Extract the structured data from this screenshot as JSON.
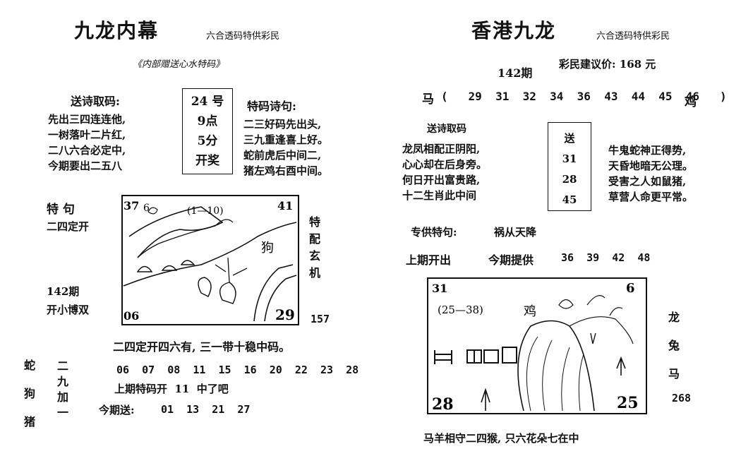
{
  "left": {
    "title": "九龙内幕",
    "subtitle": "六合透码特供彩民",
    "gift_line": "《内部赠送心水特码》",
    "poem_label": "送诗取码:",
    "poem_lines": [
      "先出三四连连他,",
      "一树落叶二片红,",
      "二八六合必定中,",
      "今期要出二五八"
    ],
    "draw_box": [
      "24 号",
      "9点",
      "5分",
      "开奖"
    ],
    "special_poem_label": "特码诗句:",
    "special_poem_lines": [
      "二三好码先出头,",
      "三九重逢喜上好。",
      "蛇前虎后中间二,",
      "猪左鸡右酉中间。"
    ],
    "special_label": "特  句",
    "special_text": "二四定开",
    "issue": "142期",
    "issue_tip": "开小博双",
    "picture": {
      "corner_tl": "37",
      "corner_tl2": "6",
      "range": "(1—10)",
      "corner_tr": "41",
      "animal": "狗",
      "corner_bl": "06",
      "corner_br": "29"
    },
    "side_vertical": [
      "特",
      "配",
      "玄",
      "机"
    ],
    "side_number": "157",
    "mid_line": "二四定开四六有, 三一带十稳中码。",
    "animals_vertical": [
      "蛇",
      "狗",
      "猪"
    ],
    "nine_plus_one": [
      "二",
      "九",
      "加",
      "一"
    ],
    "numbers_line": "06  07  08  11  15  16  20  22  23  28",
    "last_period": "上期特码开  11  中了吧",
    "this_period_label": "今期送:",
    "this_period_numbers": "01  13  21  27"
  },
  "right": {
    "title": "香港九龙",
    "subtitle": "六合透码特供彩民",
    "issue": "142期",
    "price": "彩民建议价: 168 元",
    "horse_label": "马",
    "horse_numbers": "(   29  31  32  34  36  43  44  45  46   )",
    "rooster_label": "鸡",
    "poem_label": "送诗取码",
    "poem_lines": [
      "龙凤相配正阴阳,",
      "心心却在后身旁。",
      "何日开出富贵路,",
      "十二生肖此中间"
    ],
    "send_box": [
      "送",
      "31",
      "28",
      "45"
    ],
    "poem2_lines": [
      "牛鬼蛇神正得势,",
      "天昏地暗无公理。",
      "受害之人如鼠猪,",
      "草营人命更平常。"
    ],
    "special_label": "专供特句:",
    "special_text": "祸从天降",
    "last_label": "上期开出",
    "this_label": "今期提供",
    "this_numbers": "36  39  42  48",
    "picture": {
      "corner_tl": "31",
      "range": "(25—38)",
      "animal": "鸡",
      "corner_tr": "6",
      "corner_bl": "28",
      "corner_br": "25"
    },
    "side_vertical": [
      "龙",
      "兔",
      "马"
    ],
    "side_number": "268",
    "bottom_line": "马羊相守二四猴, 只六花朵七在中"
  }
}
